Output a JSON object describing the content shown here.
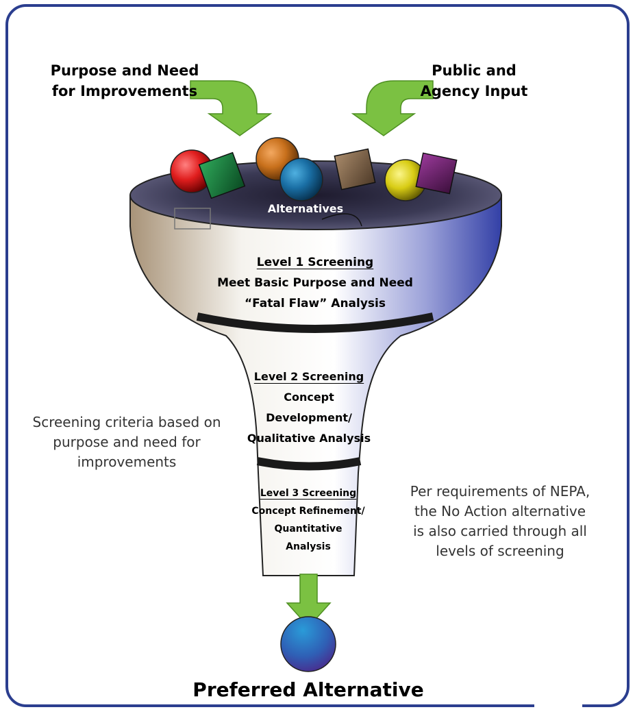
{
  "inputs": {
    "left_label": "Purpose and Need for Improvements",
    "right_label": "Public and Agency Input"
  },
  "funnel": {
    "top_label": "Alternatives",
    "level1": {
      "title": "Level 1 Screening",
      "lines": [
        "Meet Basic Purpose and Need",
        "“Fatal Flaw” Analysis"
      ]
    },
    "level2": {
      "title": "Level 2 Screening",
      "lines": [
        "Concept",
        "Development/",
        "Qualitative Analysis"
      ]
    },
    "level3": {
      "title": "Level 3 Screening",
      "lines": [
        "Concept Refinement/",
        "Quantitative",
        "Analysis"
      ]
    }
  },
  "notes": {
    "left": "Screening criteria based on purpose and need for improvements",
    "right": "Per requirements of NEPA, the No Action alternative is also carried through all levels of screening"
  },
  "output": {
    "label": "Preferred Alternative"
  },
  "colors": {
    "frame": "#2b3e8f",
    "arrow": "#7bc142",
    "funnel_left": "#b8a78a",
    "funnel_right": "#3b44a8",
    "band": "#1a1a1a"
  },
  "icons": [
    "sphere-red",
    "cube-green",
    "sphere-orange",
    "sphere-blue",
    "cube-brown",
    "sphere-yellow",
    "cube-purple"
  ]
}
